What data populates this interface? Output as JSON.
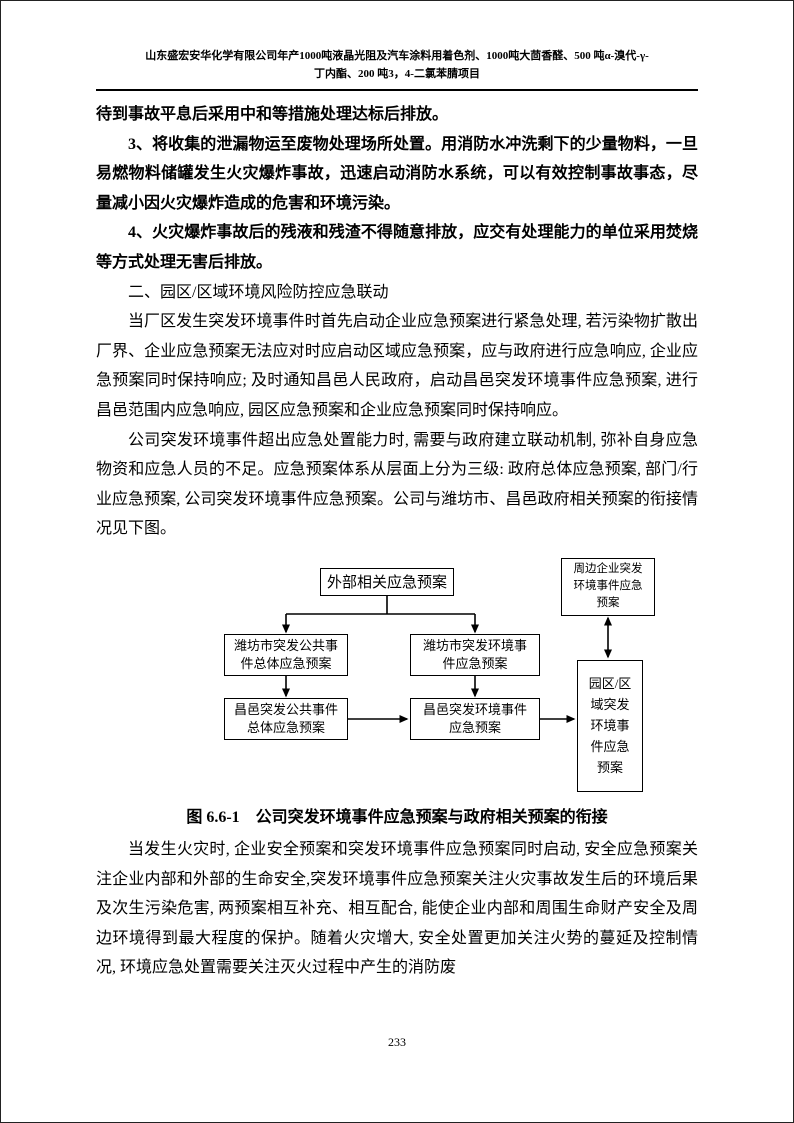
{
  "header": {
    "line1": "山东盛宏安华化学有限公司年产1000吨液晶光阻及汽车涂料用着色剂、1000吨大茴香醛、500 吨α-溴代-γ-",
    "line2": "丁内酯、200 吨3，4-二氯苯腈项目"
  },
  "body": {
    "p1": "待到事故平息后采用中和等措施处理达标后排放。",
    "p2": "3、将收集的泄漏物运至废物处理场所处置。用消防水冲洗剩下的少量物料，一旦易燃物料储罐发生火灾爆炸事故，迅速启动消防水系统，可以有效控制事故事态，尽量减小因火灾爆炸造成的危害和环境污染。",
    "p3": "4、火灾爆炸事故后的残液和残渣不得随意排放，应交有处理能力的单位采用焚烧等方式处理无害后排放。",
    "h1": "二、园区/区域环境风险防控应急联动",
    "p4": "当厂区发生突发环境事件时首先启动企业应急预案进行紧急处理, 若污染物扩散出厂界、企业应急预案无法应对时应启动区域应急预案，应与政府进行应急响应, 企业应急预案同时保持响应; 及时通知昌邑人民政府，启动昌邑突发环境事件应急预案, 进行昌邑范围内应急响应, 园区应急预案和企业应急预案同时保持响应。",
    "p5": "公司突发环境事件超出应急处置能力时, 需要与政府建立联动机制, 弥补自身应急物资和应急人员的不足。应急预案体系从层面上分为三级: 政府总体应急预案, 部门/行业应急预案, 公司突发环境事件应急预案。公司与潍坊市、昌邑政府相关预案的衔接情况见下图。",
    "p6": "当发生火灾时, 企业安全预案和突发环境事件应急预案同时启动, 安全应急预案关注企业内部和外部的生命安全,突发环境事件应急预案关注火灾事故发生后的环境后果及次生污染危害, 两预案相互补充、相互配合, 能使企业内部和周围生命财产安全及周边环境得到最大程度的保护。随着火灾增大, 安全处置更加关注火势的蔓延及控制情况, 环境应急处置需要关注灭火过程中产生的消防废"
  },
  "figure": {
    "caption": "图 6.6-1　公司突发环境事件应急预案与政府相关预案的衔接",
    "boxes": {
      "external": "外部相关应急预案",
      "neighbor": "周边企业突发环境事件应急预案",
      "weifang_public": "潍坊市突发公共事件总体应急预案",
      "weifang_env": "潍坊市突发环境事件应急预案",
      "changyi_public": "昌邑突发公共事件总体应急预案",
      "changyi_env": "昌邑突发环境事件应急预案",
      "park": "园区/区域突发环境事件应急预案"
    }
  },
  "footer": {
    "page_number": "233"
  }
}
